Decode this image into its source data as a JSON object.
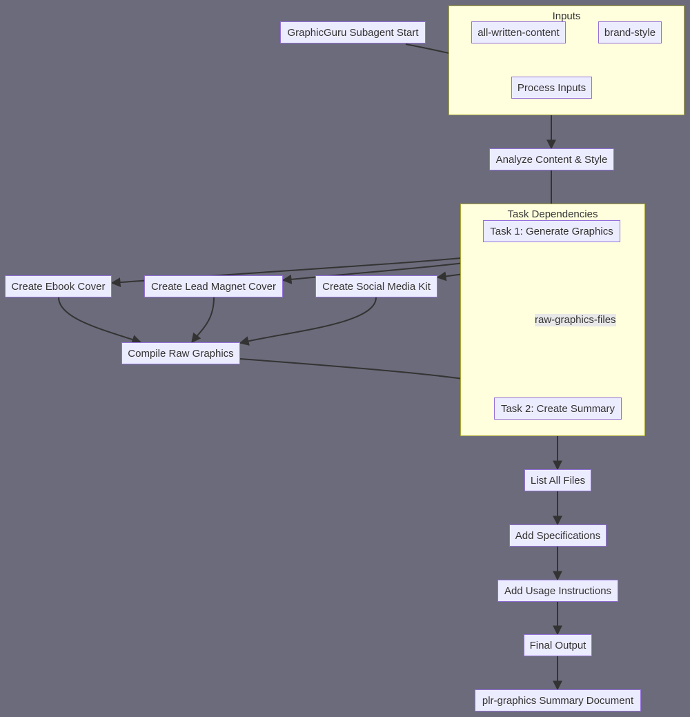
{
  "clusters": {
    "inputs": {
      "title": "Inputs"
    },
    "task_dependencies": {
      "title": "Task Dependencies"
    }
  },
  "nodes": {
    "start": "GraphicGuru Subagent Start",
    "all_written": "all-written-content",
    "brand_style": "brand-style",
    "process_inputs": "Process Inputs",
    "analyze": "Analyze Content & Style",
    "task1": "Task 1: Generate Graphics",
    "ebook_cover": "Create Ebook Cover",
    "lead_magnet": "Create Lead Magnet Cover",
    "social_kit": "Create Social Media Kit",
    "compile": "Compile Raw Graphics",
    "task2": "Task 2: Create Summary",
    "list_files": "List All Files",
    "add_specs": "Add Specifications",
    "add_usage": "Add Usage Instructions",
    "final_output": "Final Output",
    "summary_doc": "plr-graphics Summary Document"
  },
  "edge_labels": {
    "raw_graphics": "raw-graphics-files"
  },
  "colors": {
    "background": "#6b6b7b",
    "cluster_fill": "#ffffde",
    "node_fill": "#ececff",
    "node_border": "#9370db",
    "edge": "#333333"
  }
}
